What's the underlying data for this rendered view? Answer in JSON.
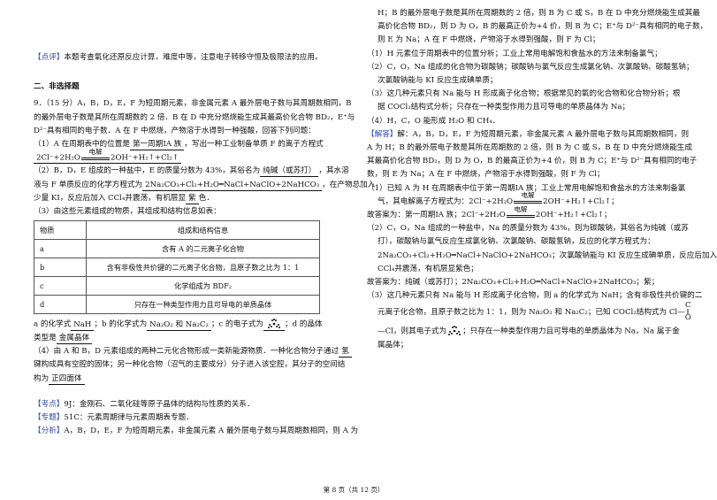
{
  "left": {
    "comment_label": "【点评】",
    "comment_text": "本题考查氧化还原反应计算，难度中等，注意电子转移守恒及极限法的应用。",
    "section": "二、非选择题",
    "q9_l1": "9．（15 分）A，B，D，E，F 为短周期元素，非金属元素 A 最外层电子数与其周期数相同，B",
    "q9_l2": "的最外层电子数是其所在周期数的 2 倍．B 在 D 中充分燃烧能生成其最高价化合物 BD₂，E⁺与",
    "q9_l3": "D²⁻具有相同的电子数．A 在 F 中燃烧，产物溶于水得到一种强酸，回答下列问题：",
    "p1_a": "（1）A 在周期表中的位置是",
    "p1_ans": "第一周期ⅠA 族",
    "p1_b": "，写出一种工业制备单质 F 的离子方程式",
    "eq1_a": "2Cl⁻+2H₂O",
    "arrow_label": "电解",
    "eq1_b": "2OH⁻+H₂↑+Cl₂↑",
    "p2_a": "（2）B，D，E 组成的一种盐中，E 的质量分数为 43%，其俗名为",
    "p2_ans1": "纯碱（或苏打）",
    "p2_b": "，其水溶",
    "p2_c": "液与 F 单质反应的化学方程式为",
    "p2_ans2": "2Na₂CO₃+Cl₂+H₂O═NaCl+NaClO+2NaHCO₃",
    "p2_d": "，在产物总加入",
    "p2_e": "少量 KI，反应后加入 CCl₄并震荡，有机层显",
    "p2_ans3": "紫",
    "p2_f": "色．",
    "p3": "（3）由这些元素组成的物质，其组成和结构信息如表：",
    "table_header": [
      "物质",
      "组成和结构信息"
    ],
    "table_rows": [
      [
        "a",
        "含有 A 的二元离子化合物"
      ],
      [
        "b",
        "含有非极性共价键的二元离子化合物，且原子数之比为 1：1"
      ],
      [
        "c",
        "化学组成为 BDF₂"
      ],
      [
        "d",
        "只存在一种类型作用力且可导电的单质晶体"
      ]
    ],
    "p3a_a": "a 的化学式",
    "p3a_ans": "NaH",
    "p3a_b": "；b 的化学式为",
    "p3a_ans2": "Na₂O₂ 和 Na₂C₂",
    "p3a_c": "；c 的电子式为",
    "p3a_d": "；d 的晶体",
    "p3b_a": "类型是",
    "p3b_ans": "金属晶体",
    "p4_a": "（4）由 A 和 B，D 元素组成的两种二元化合物形成一类新能源物质．一种化合物分子通过",
    "p4_ans1": "氢",
    "p4_b": "键构成具有空腔的固体；另一种化合物（沼气的主要成分）分子进入该空腔，其分子的空间结",
    "p4_c": "构为",
    "p4_ans2": "正四面体",
    "kd_label": "【考点】",
    "kd_text": "9J：金刚石、二氧化硅等原子晶体的结构与性质的关系．",
    "zt_label": "【专题】",
    "zt_text": "51C：元素周期律与元素周期表专题．",
    "fx_label": "【分析】",
    "fx_text": "A，B，D，E，F 为短周期元素，非金属元素 A 最外层电子数与其周期数相同，则 A 为"
  },
  "right": {
    "r1": "H；B 的最外层电子数是其所在周期数的 2 倍，则 B 为 C 或 S，B 在 D 中充分燃烧能生成其最",
    "r2": "高价化合物 BD₂，则 D 为 O，B 的最高正价为+4 价，则 B 为 C；E⁺与 D²⁻具有相同的电子数，",
    "r3": "则 E 为 Na；A 在 F 中燃烧，产物溶于水得到强酸，则 F 为 Cl；",
    "r4": "（1）H 元素位于周期表中的位置分析；工业上常用电解饱和食盐水的方法来制备氯气；",
    "r5": "（2）C，O，Na 组成的化合物为碳酸钠；碳酸钠与氯气反应生成氯化钠、次氯酸钠、碳酸氢钠；",
    "r6": "次氯酸钠能与 KI 反应生成碘单质；",
    "r7": "（3）这几种元素只有 Na 能与 H 形成离子化合物；根据常见的氧的化合物和化合物分析；根",
    "r8": "据 COCl₂结构式分析；只存在一种类型作用力且可导电的单质晶体为 Na；",
    "r9": "（4）H，C，O 能形成 H₂O 和 CH₄．",
    "r10_label": "【解答】",
    "r10": "解：A，B，D，E，F 为短周期元素，非金属元素 A 最外层电子数与其周期数相同，则",
    "r11": "A 为 H；B 的最外层电子数是其所在周期数的 2 倍，则 B 为 C 或 S，B 在 D 中充分燃烧能生成",
    "r12": "其最高价化合物 BD₂，则 D 为 O，B 的最高正价为+4 价，则 B 为 C；E⁺与 D²⁻具有相同的电子",
    "r13": "数，则 E 为 Na；A 在 F 中燃烧，产物溶于水得到强酸，则 F 为 Cl；",
    "r14": "（1）已知 A 为 H 在周期表中位于第一周期ⅠA 族；工业上常用电解饱和食盐水的方法来制备氯",
    "r15_a": "气，其电解离子方程式为：2Cl⁻+2H₂O",
    "r15_b": "2OH⁻+H₂↑+Cl₂↑；",
    "r16_a": "故答案为：第一周期ⅠA 族；2Cl⁻+2H₂O",
    "r16_b": "2OH⁻+H₂↑+Cl₂↑；",
    "r17": "（2）C，O，Na 组成的一种盐中，Na 的质量分数为 43%，则为碳酸钠，其俗名为纯碱（或苏",
    "r18": "打），碳酸钠与氯气反应生成氯化钠、次氯酸钠、碳酸氢钠，反应的化学方程式为：",
    "r19": "2Na₂CO₃+Cl₂+H₂O═NaCl+NaClO+2NaHCO₃；次氯酸钠能与 KI 反应生成碘单质，反应后加入",
    "r20": "CCl₄并震荡，有机层显紫色；",
    "r21": "故答案为：纯碱（或苏打）；2Na₂CO₃+Cl₂+H₂O═NaCl+NaClO+2NaHCO₃；紫；",
    "r22": "（3）这几种元素只有 Na 能与 H 形成离子化合物，则 a 的化学式为 NaH；含有非极性共价键的二",
    "r23_a": "元离子化合物，且原子数之比为 1：1，则为 Na₂O₂ 和 Na₂C₂；已知 COCl₂结构式为 Cl—",
    "r23_b": "C",
    "r23_c": "O",
    "r24_a": "—Cl，则其电子式为",
    "r24_b": "；只存在一种类型作用力且可导电的单质晶体为 Na，Na 属于金",
    "r25": "属晶体；"
  },
  "footer": "第 8 页（共 12 页）"
}
